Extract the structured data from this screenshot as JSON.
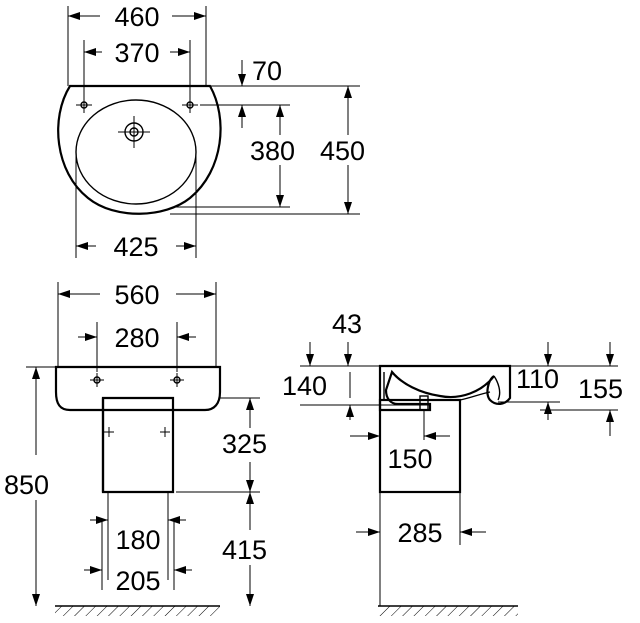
{
  "top_view": {
    "width_overall": "460",
    "fixing_holes_spacing": "370",
    "top_to_holes": "70",
    "holes_to_front": "380",
    "depth_overall": "450",
    "bowl_width": "425"
  },
  "front_view": {
    "basin_width": "560",
    "fixing_holes_spacing": "280",
    "height_to_rim": "850",
    "pedestal_visible_height": "325",
    "floor_to_pedestal_top": "415",
    "pedestal_width_inner": "180",
    "pedestal_width_outer": "205"
  },
  "side_view": {
    "rim_thickness": "43",
    "inner_depth": "140",
    "drain_depth": "110",
    "overall_depth": "155",
    "drain_offset": "150",
    "pedestal_depth": "285"
  }
}
